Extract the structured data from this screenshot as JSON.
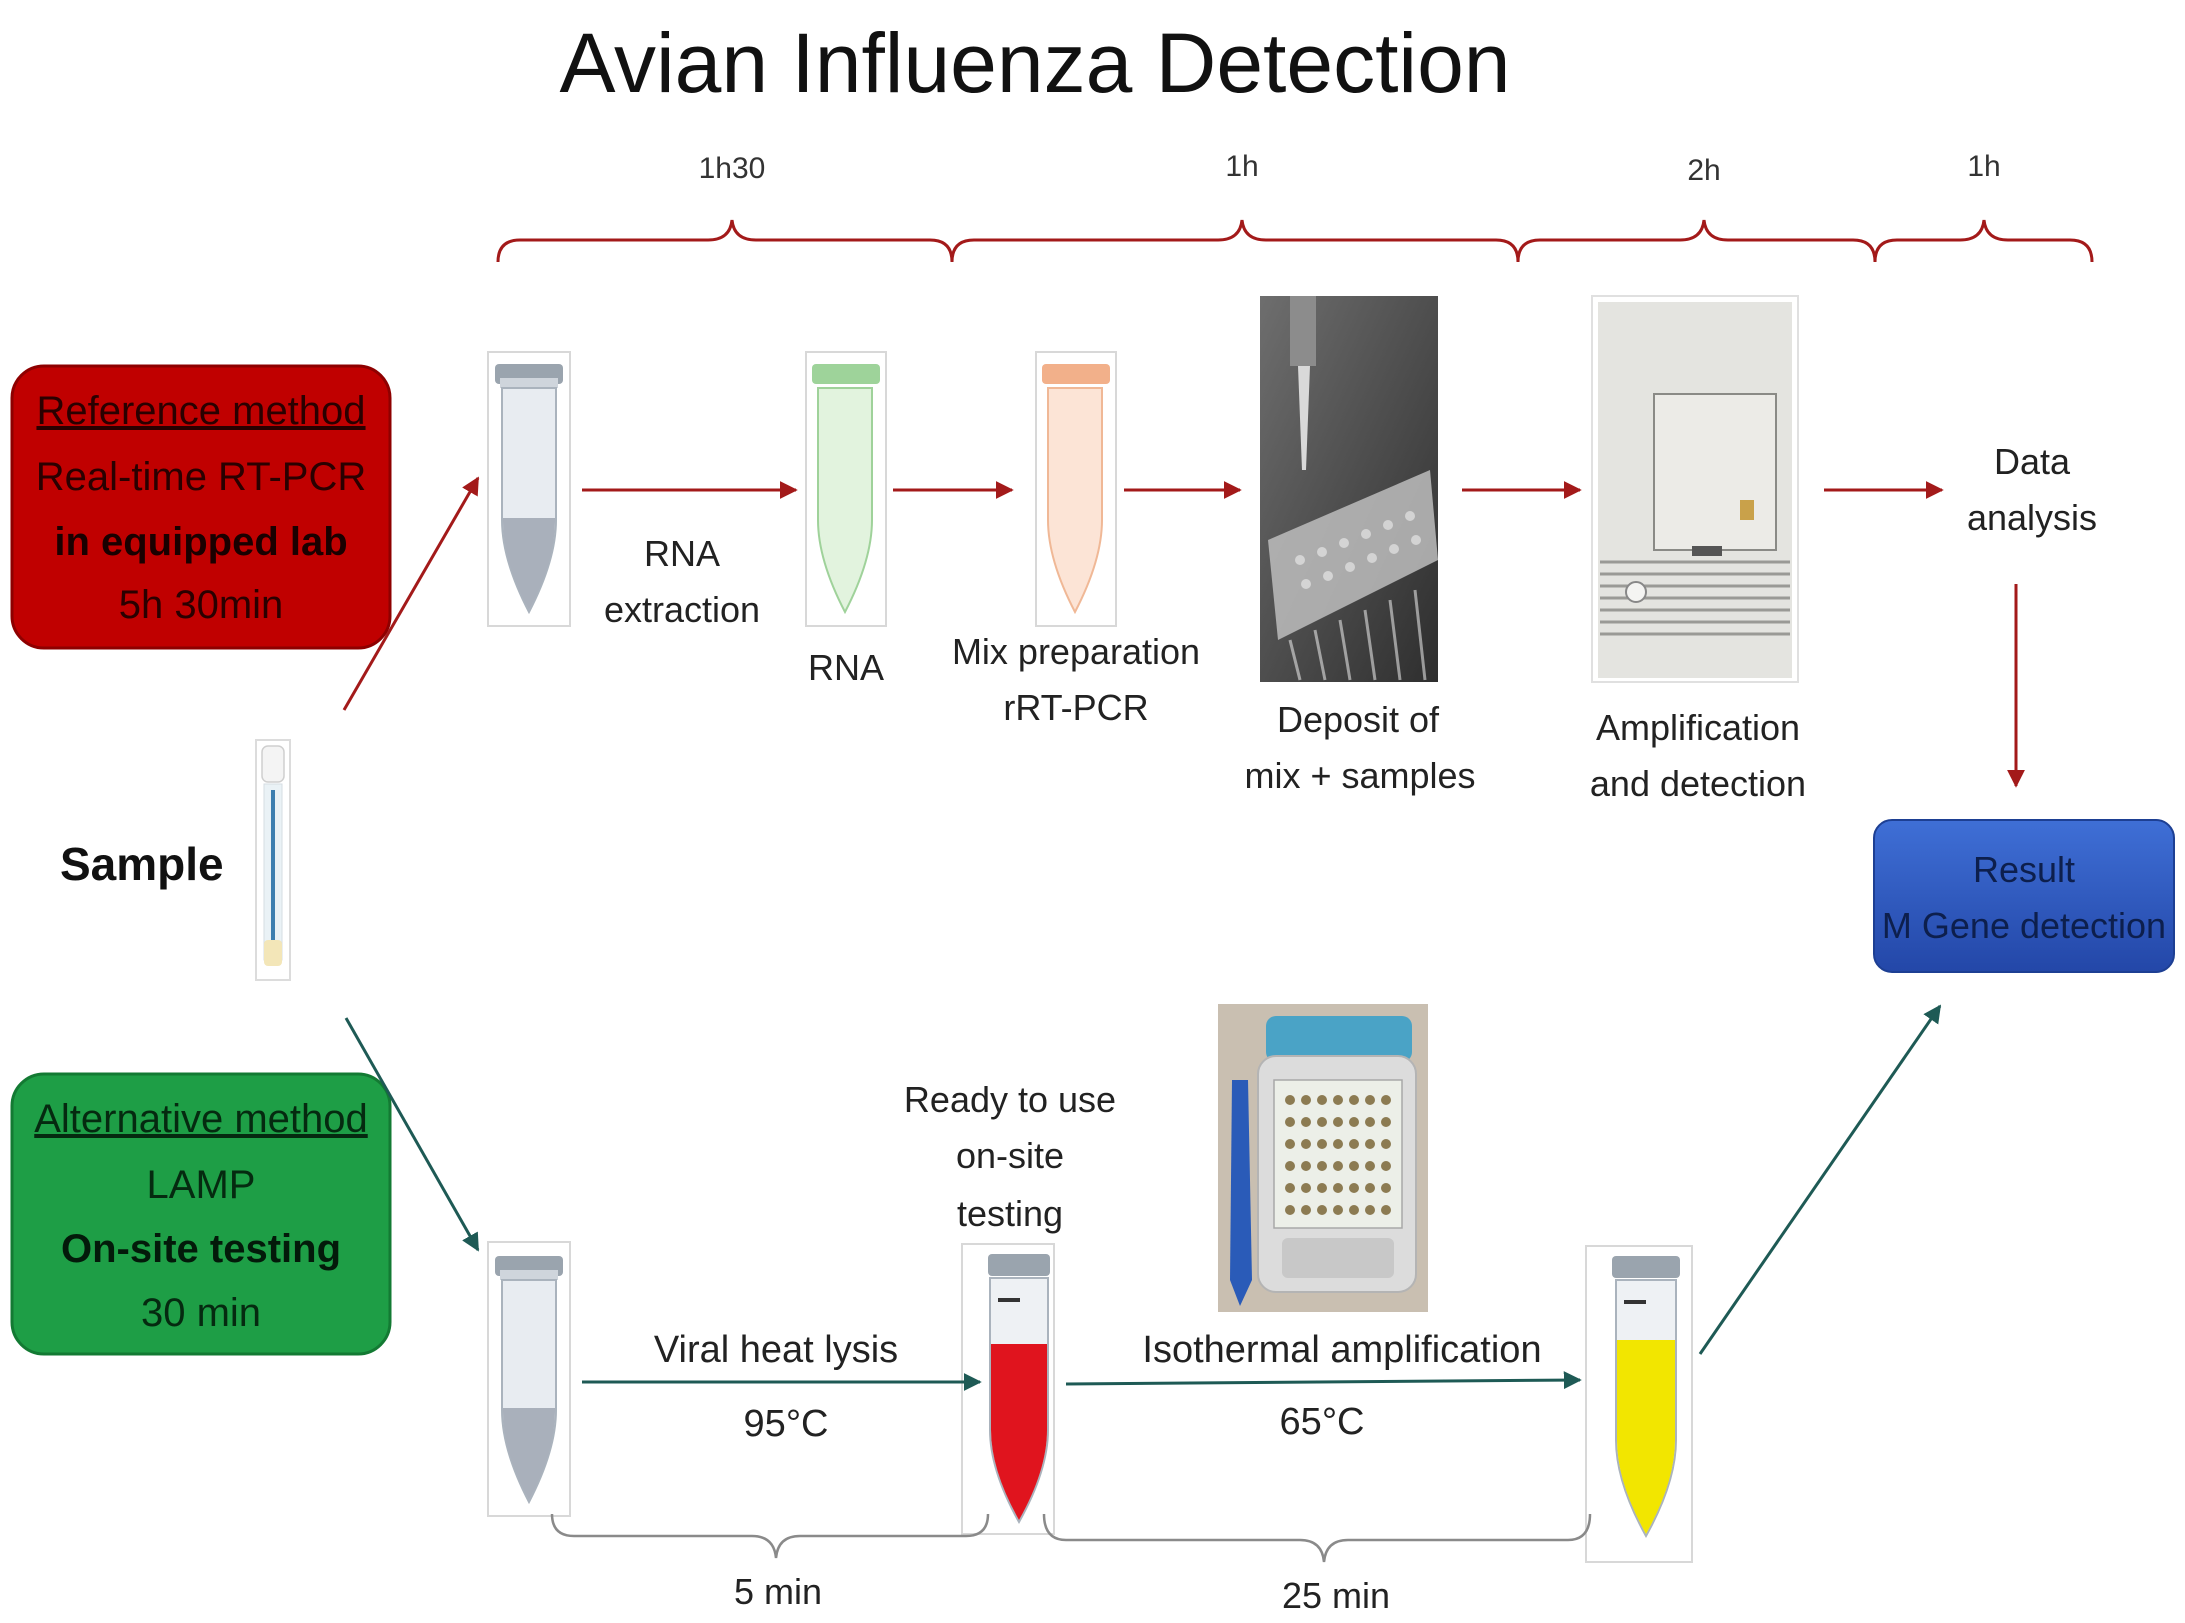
{
  "title": "Avian Influenza Detection",
  "timeline": {
    "durations": [
      "1h30",
      "1h",
      "2h",
      "1h"
    ]
  },
  "sample_label": "Sample",
  "reference_box": {
    "heading": "Reference method",
    "method": "Real-time RT-PCR",
    "setting": "in equipped lab",
    "duration": "5h 30min",
    "color": "#c00000"
  },
  "alternative_box": {
    "heading": "Alternative method",
    "method": "LAMP",
    "setting": "On-site testing",
    "duration": "30 min",
    "color": "#1e9e46"
  },
  "top_steps": {
    "rna_extraction": [
      "RNA",
      "extraction"
    ],
    "rna": "RNA",
    "mix_preparation": [
      "Mix preparation",
      "rRT-PCR"
    ],
    "deposit": [
      "Deposit of",
      "mix + samples"
    ],
    "amplification": [
      "Amplification",
      "and detection"
    ],
    "data_analysis": [
      "Data",
      "analysis"
    ]
  },
  "result_box": {
    "line1": "Result",
    "line2": "M Gene detection",
    "color": "#2e5cc4"
  },
  "bottom_steps": {
    "ready": [
      "Ready to use",
      "on-site",
      "testing"
    ],
    "lysis": "Viral heat lysis",
    "lysis_temp": "95°C",
    "isothermal": "Isothermal amplification",
    "isothermal_temp": "65°C",
    "brace_left": "5 min",
    "brace_right": "25 min"
  },
  "colors": {
    "red_arrow": "#a31a1a",
    "teal_arrow": "#1e5a55",
    "brace_top": "#a31a1a",
    "brace_bottom": "#8a8a8a",
    "tube_red_liquid": "#e0141e",
    "tube_yellow_liquid": "#f2e600"
  }
}
